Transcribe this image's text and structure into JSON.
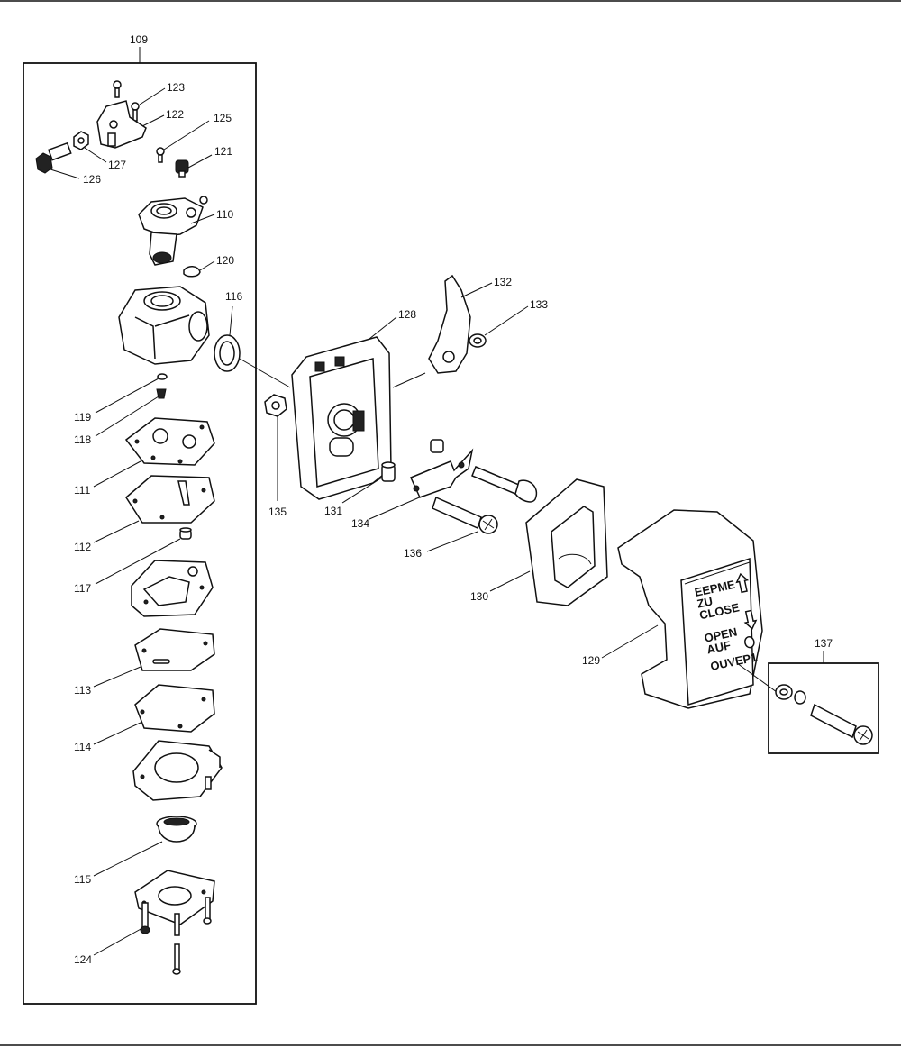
{
  "parts": {
    "p109": "109",
    "p110": "110",
    "p111": "111",
    "p112": "112",
    "p113": "113",
    "p114": "114",
    "p115": "115",
    "p116": "116",
    "p117": "117",
    "p118": "118",
    "p119": "119",
    "p120": "120",
    "p121": "121",
    "p122": "122",
    "p123": "123",
    "p124": "124",
    "p125": "125",
    "p126": "126",
    "p127": "127",
    "p128": "128",
    "p129": "129",
    "p130": "130",
    "p131": "131",
    "p132": "132",
    "p133": "133",
    "p134": "134",
    "p135": "135",
    "p136": "136",
    "p137": "137"
  },
  "cover_label": {
    "line1": "EEPME",
    "line2": "ZU",
    "line3": "CLOSE",
    "line4": "OPEN",
    "line5": "AUF",
    "line6": "OUVEP1"
  }
}
